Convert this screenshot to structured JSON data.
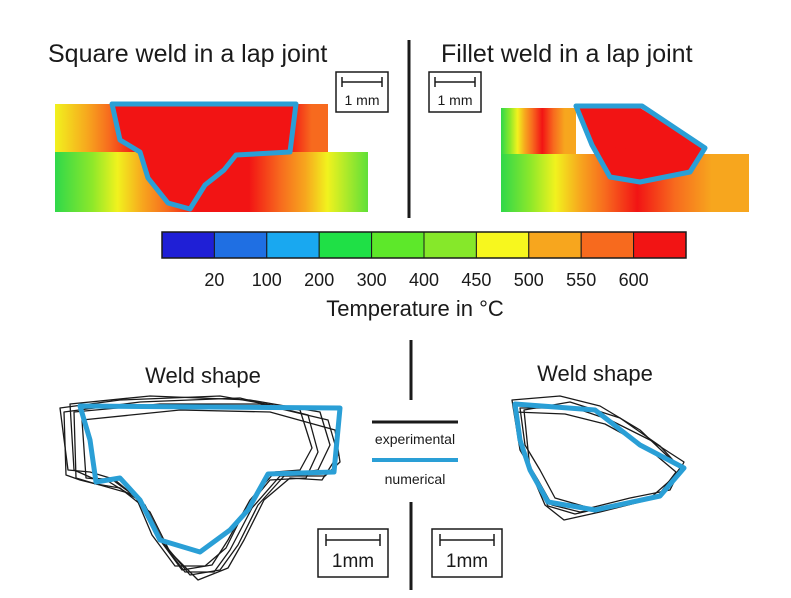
{
  "heatmap_titles": {
    "left": "Square weld in a lap joint",
    "right": "Fillet weld in a lap joint"
  },
  "scale_bars": {
    "top_label": "1 mm",
    "bottom_label": "1mm"
  },
  "colorbar": {
    "colors": [
      "#1f1fd6",
      "#1f6fe3",
      "#19a8f0",
      "#1fe046",
      "#5de82a",
      "#86e82a",
      "#f7f71e",
      "#f7a61e",
      "#f76a1e",
      "#f21414"
    ],
    "tick_labels": [
      "20",
      "100",
      "200",
      "300",
      "400",
      "450",
      "500",
      "550",
      "600"
    ],
    "axis_label": "Temperature in °C"
  },
  "weld_shape": {
    "left_title": "Weld shape",
    "right_title": "Weld shape"
  },
  "legend": {
    "experimental": "experimental",
    "numerical": "numerical",
    "experimental_color": "#1a1a1a",
    "numerical_color": "#2a9fd6"
  }
}
